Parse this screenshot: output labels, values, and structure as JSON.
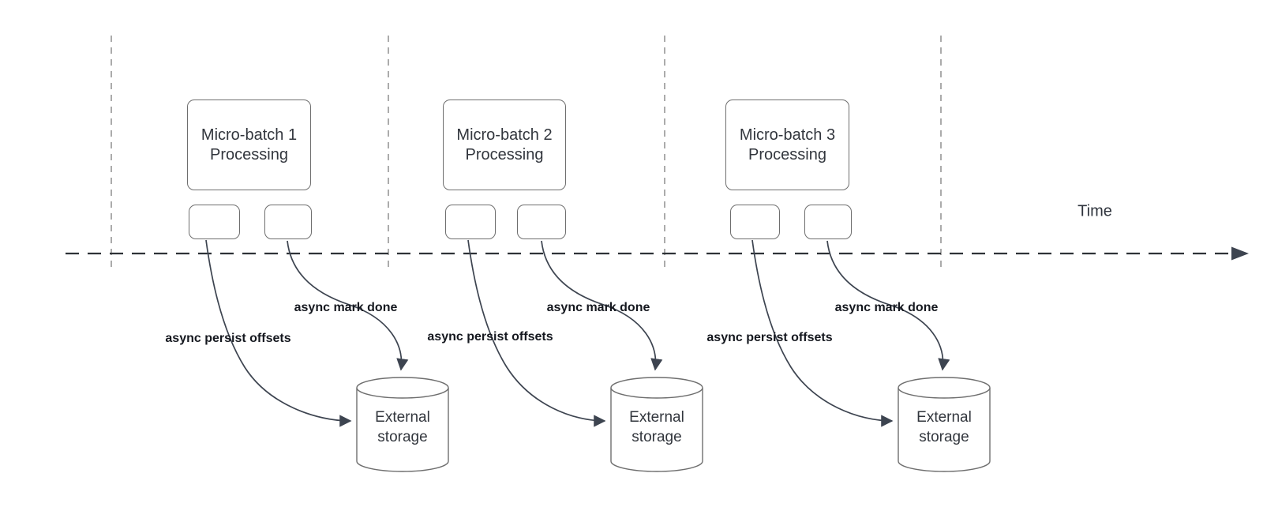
{
  "timeline": {
    "label": "Time"
  },
  "batches": [
    {
      "title_line1": "Micro-batch 1",
      "title_line2": "Processing",
      "persist_label": "async persist offsets",
      "done_label": "async mark done",
      "storage_line1": "External",
      "storage_line2": "storage"
    },
    {
      "title_line1": "Micro-batch 2",
      "title_line2": "Processing",
      "persist_label": "async persist offsets",
      "done_label": "async mark done",
      "storage_line1": "External",
      "storage_line2": "storage"
    },
    {
      "title_line1": "Micro-batch 3",
      "title_line2": "Processing",
      "persist_label": "async persist offsets",
      "done_label": "async mark done",
      "storage_line1": "External",
      "storage_line2": "storage"
    }
  ],
  "colors": {
    "curve_stroke": "#3d4450",
    "shape_border": "#6e6e6e",
    "gridline": "#ababab",
    "timeline_stroke": "#2f3237",
    "label_text": "#15181f",
    "shape_text": "#32363d"
  }
}
